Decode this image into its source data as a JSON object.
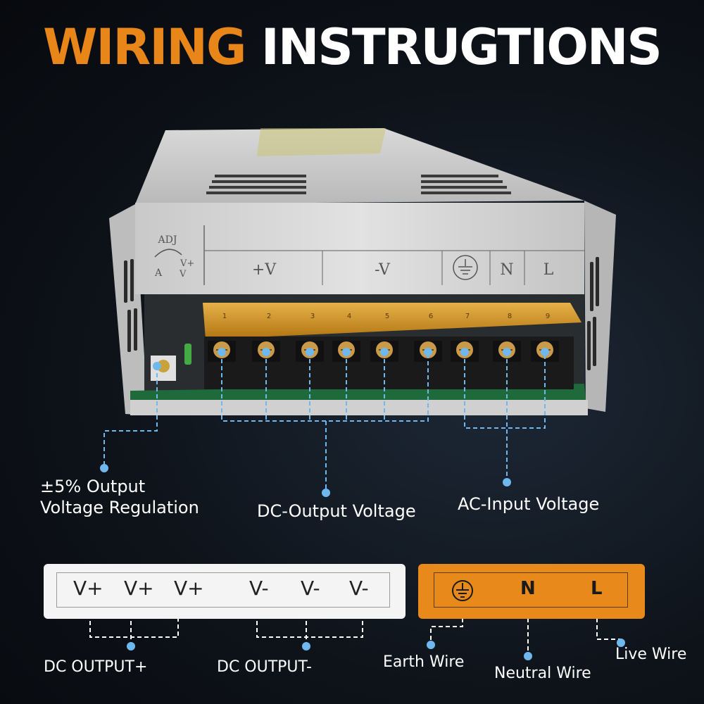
{
  "title": {
    "part1": "WIRING",
    "part2": "INSTRUGTIONS"
  },
  "device": {
    "adj_label": "ADJ",
    "adj_minus": "A",
    "adj_plus": "V+",
    "adj_v": "V",
    "terminal_labels": [
      "+V",
      "-V",
      "N",
      "L"
    ],
    "terminal_numbers": [
      "1",
      "2",
      "3",
      "4",
      "5",
      "6",
      "7",
      "8",
      "9"
    ]
  },
  "callouts": {
    "regulation_line1": "±5% Output",
    "regulation_line2": "Voltage Regulation",
    "dc_output": "DC-Output Voltage",
    "ac_input": "AC-Input Voltage"
  },
  "dc_panel": {
    "terminals": [
      "V+",
      "V+",
      "V+",
      "V-",
      "V-",
      "V-"
    ]
  },
  "ac_panel": {
    "terminals": [
      "N",
      "L"
    ],
    "earth_icon": "ground-symbol-icon"
  },
  "legend": {
    "dc_plus": "DC OUTPUT+",
    "dc_minus": "DC OUTPUT-",
    "earth": "Earth Wire",
    "neutral": "Neutral Wire",
    "live": "Live Wire"
  },
  "colors": {
    "accent_orange": "#e8861a",
    "callout_blue": "#6fb8ee",
    "terminal_cover": "#e0a020",
    "background": "#0e131a"
  }
}
